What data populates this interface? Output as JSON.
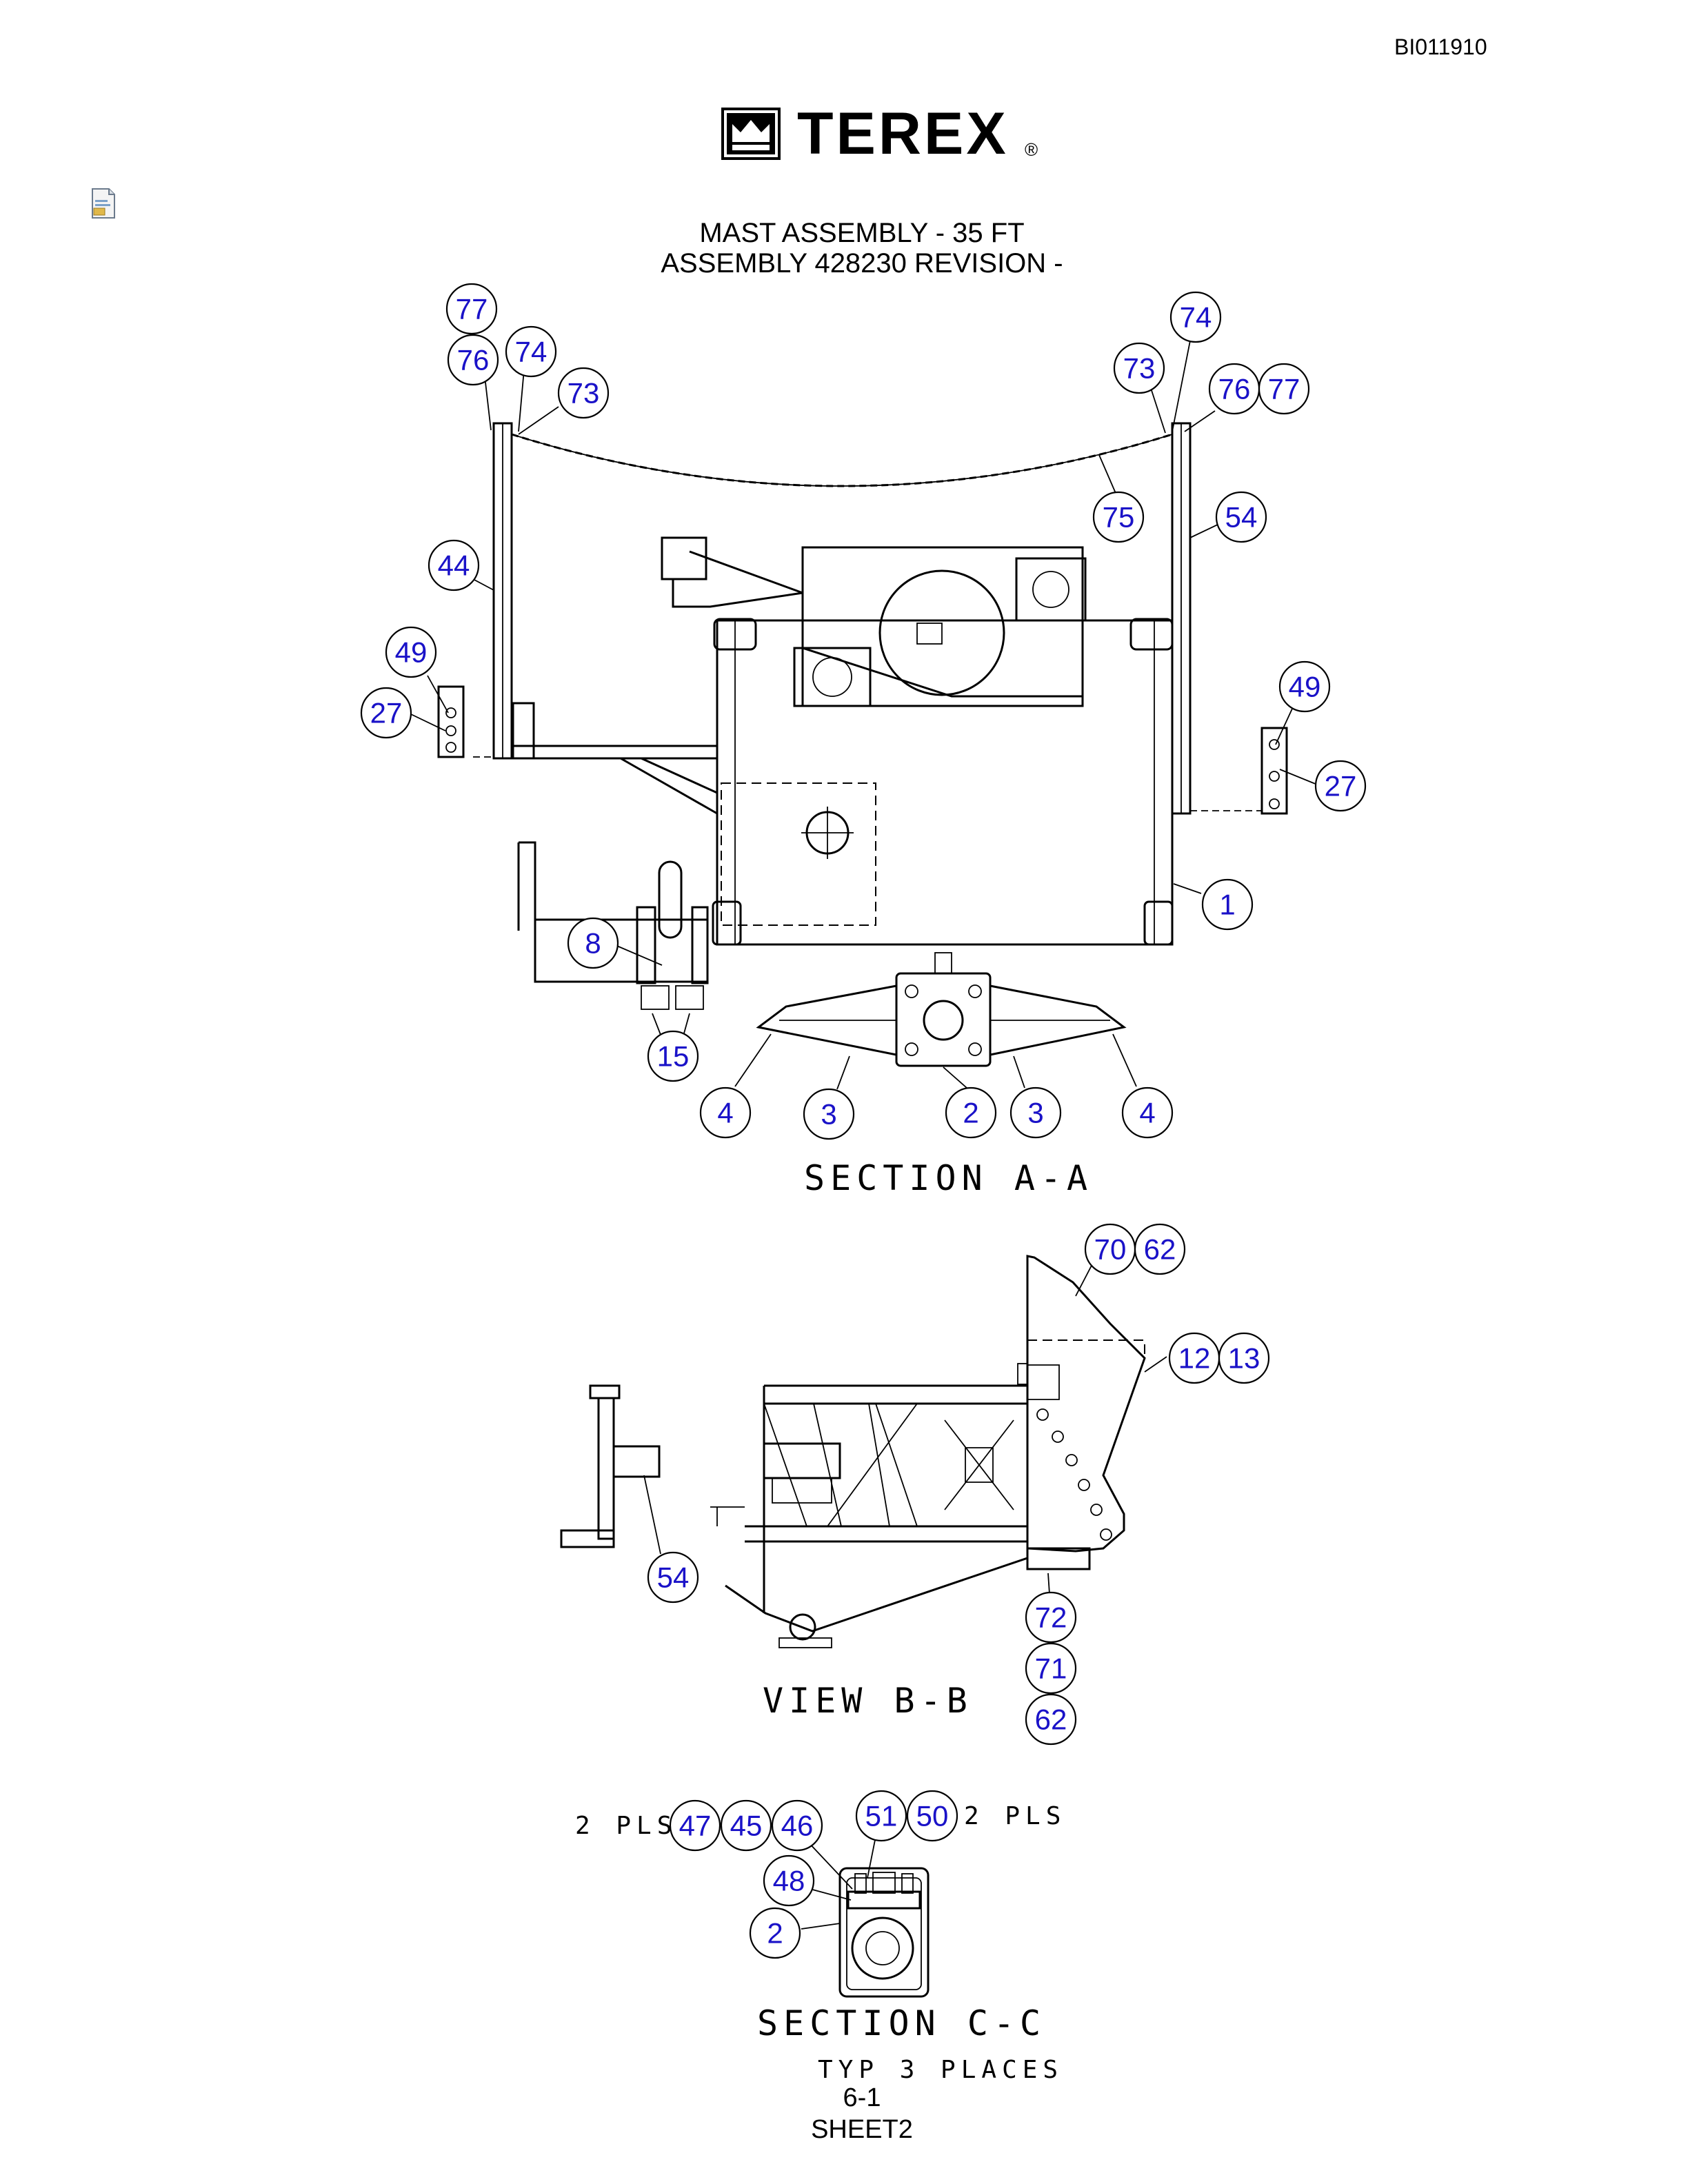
{
  "header": {
    "doc_id": "BI011910",
    "logo_text": "TEREX",
    "logo_reg": "®"
  },
  "title": {
    "line1": "MAST ASSEMBLY - 35 FT",
    "line2": "ASSEMBLY 428230 REVISION -"
  },
  "views": {
    "section_aa": {
      "label": "SECTION A-A"
    },
    "view_bb": {
      "label": "VIEW B-B"
    },
    "section_cc": {
      "label": "SECTION C-C",
      "note": "TYP 3 PLACES"
    }
  },
  "notes": {
    "pls_left": "2 PLS",
    "pls_right": "2 PLS"
  },
  "balloons": {
    "aa": [
      "77",
      "76",
      "74",
      "73",
      "74",
      "73",
      "76",
      "77",
      "75",
      "54",
      "44",
      "49",
      "27",
      "49",
      "27",
      "1",
      "8",
      "15",
      "4",
      "3",
      "2",
      "3",
      "4"
    ],
    "bb": [
      "70",
      "62",
      "12",
      "13",
      "54",
      "72",
      "71",
      "62"
    ],
    "cc": [
      "47",
      "45",
      "46",
      "51",
      "50",
      "48",
      "2"
    ]
  },
  "footer": {
    "page": "6-1",
    "sheet": "SHEET2"
  },
  "colors": {
    "balloon_text": "#1a12c8",
    "line": "#000000"
  },
  "icons": {
    "logo_mark": "terex-crown-icon",
    "document": "document-icon"
  }
}
